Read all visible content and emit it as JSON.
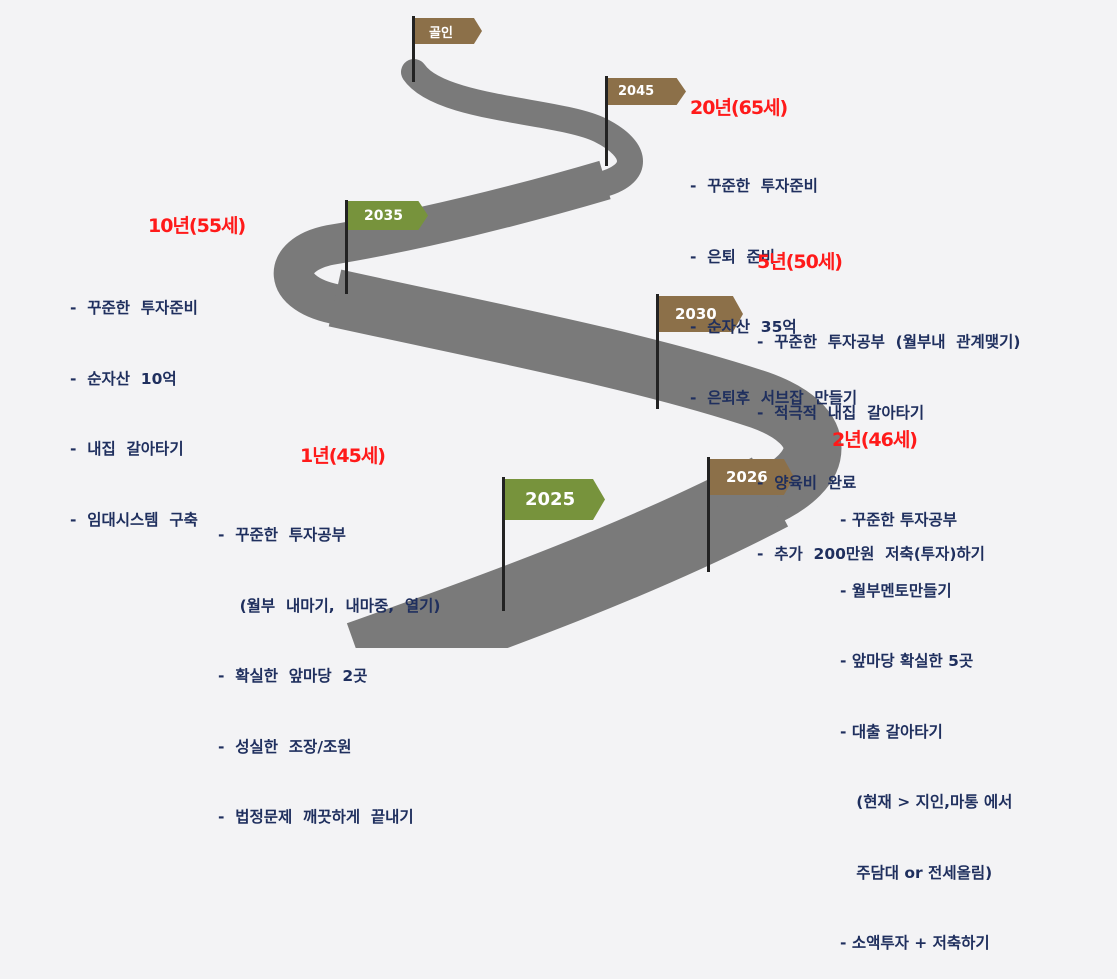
{
  "colors": {
    "road": "#7a7a7a",
    "flag_brown": "#8c7049",
    "flag_green": "#77933c",
    "heading": "#ff1a1a",
    "text": "#1f2f5e"
  },
  "flags": {
    "goal": "골인",
    "y2045": "2045",
    "y2035": "2035",
    "y2030": "2030",
    "y2026": "2026",
    "y2025": "2025"
  },
  "milestones": {
    "m20": {
      "heading": "20년(65세)",
      "items": [
        "-  꾸준한  투자준비",
        "-  은퇴  준비",
        "-  순자산  35억",
        "-  은퇴후  서브잡  만들기"
      ]
    },
    "m10": {
      "heading": "10년(55세)",
      "items": [
        "-  꾸준한  투자준비",
        "-  순자산  10억",
        "-  내집  갈아타기",
        "-  임대시스템  구축"
      ]
    },
    "m5": {
      "heading": "5년(50세)",
      "items": [
        "-  꾸준한  투자공부  (월부내  관계맺기)",
        "-  적극적  내집  갈아타기",
        "-  양육비  완료",
        "-  추가  200만원  저축(투자)하기"
      ]
    },
    "m2": {
      "heading": "2년(46세)",
      "items": [
        "- 꾸준한 투자공부",
        "- 월부멘토만들기",
        "- 앞마당 확실한 5곳",
        "- 대출 갈아타기",
        "   (현재 > 지인,마통 에서",
        "   주담대 or 전세올림)",
        "- 소액투자 + 저축하기"
      ]
    },
    "m1": {
      "heading": "1년(45세)",
      "items": [
        "-  꾸준한  투자공부",
        "    (월부  내마기,  내마중,  열기)",
        "-  확실한  앞마당  2곳",
        "-  성실한  조장/조원",
        "-  법정문제  깨끗하게  끝내기"
      ]
    }
  }
}
